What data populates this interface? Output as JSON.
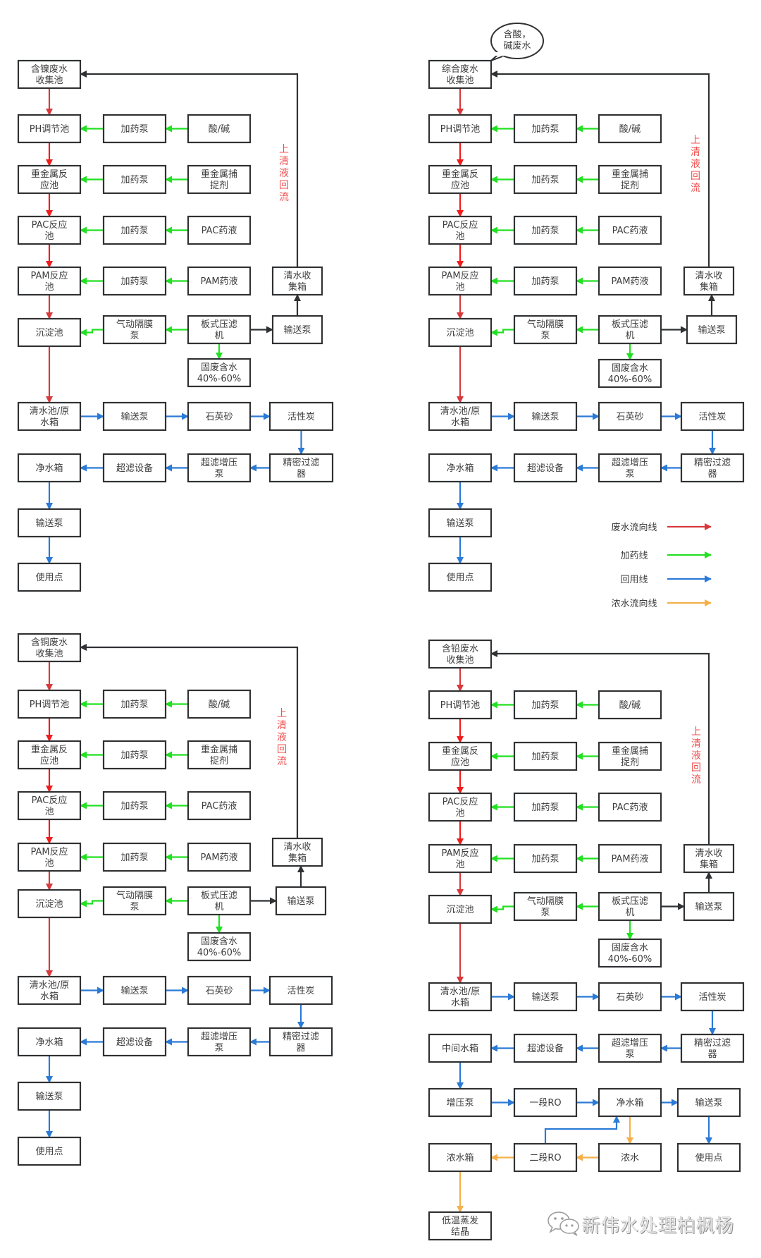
{
  "colors": {
    "waste_flow": "#d8393b",
    "waste_flow_bright": "#f01c1c",
    "dosing": "#22e022",
    "reuse": "#2a7ad6",
    "concentrate": "#f6b04a",
    "return": "#2f3133",
    "return_label": "#f04f4f"
  },
  "legend": [
    {
      "label": "废水流向线",
      "color_key": "waste_flow"
    },
    {
      "label": "加药线",
      "color_key": "dosing"
    },
    {
      "label": "回用线",
      "color_key": "reuse"
    },
    {
      "label": "浓水流向线",
      "color_key": "concentrate"
    }
  ],
  "return_label": "上清液回流",
  "watermark": "新伟水处理柏枫杨",
  "panels": [
    {
      "id": "nickel",
      "nodes": {
        "collect": "含镍废水\n收集池",
        "ph": "PH调节池",
        "pump1": "加药泵",
        "acid": "酸/碱",
        "hm": "重金属反\n应池",
        "pump2": "加药泵",
        "hmagent": "重金属捕\n捉剂",
        "pac": "PAC反应\n池",
        "pump3": "加药泵",
        "pacliq": "PAC药液",
        "pam": "PAM反应\n池",
        "pump4": "加药泵",
        "pamliq": "PAM药液",
        "clearbox": "清水收\n集箱",
        "settle": "沉淀池",
        "diaphragm": "气动隔膜\n泵",
        "press": "板式压滤\n机",
        "transfer": "输送泵",
        "solid": "固废含水\n40%-60%",
        "clearpool": "清水池/原\n水箱",
        "tpump": "输送泵",
        "sand": "石英砂",
        "carbon": "活性炭",
        "precise": "精密过滤\n器",
        "ufpump": "超滤增压\n泵",
        "uf": "超滤设备",
        "purebox": "净水箱",
        "outpump": "输送泵",
        "use": "使用点"
      }
    },
    {
      "id": "acid-base",
      "bubble": "含酸，\n碱废水",
      "nodes": {
        "collect": "综合废水\n收集池",
        "ph": "PH调节池",
        "pump1": "加药泵",
        "acid": "酸/碱",
        "hm": "重金属反\n应池",
        "pump2": "加药泵",
        "hmagent": "重金属捕\n捉剂",
        "pac": "PAC反应\n池",
        "pump3": "加药泵",
        "pacliq": "PAC药液",
        "pam": "PAM反应\n池",
        "pump4": "加药泵",
        "pamliq": "PAM药液",
        "clearbox": "清水收\n集箱",
        "settle": "沉淀池",
        "diaphragm": "气动隔膜\n泵",
        "press": "板式压滤\n机",
        "transfer": "输送泵",
        "solid": "固废含水\n40%-60%",
        "clearpool": "清水池/原\n水箱",
        "tpump": "输送泵",
        "sand": "石英砂",
        "carbon": "活性炭",
        "precise": "精密过滤\n器",
        "ufpump": "超滤增压\n泵",
        "uf": "超滤设备",
        "purebox": "净水箱",
        "outpump": "输送泵",
        "use": "使用点"
      }
    },
    {
      "id": "copper",
      "nodes": {
        "collect": "含铜废水\n收集池",
        "ph": "PH调节池",
        "pump1": "加药泵",
        "acid": "酸/碱",
        "hm": "重金属反\n应池",
        "pump2": "加药泵",
        "hmagent": "重金属捕\n捉剂",
        "pac": "PAC反应\n池",
        "pump3": "加药泵",
        "pacliq": "PAC药液",
        "pam": "PAM反应\n池",
        "pump4": "加药泵",
        "pamliq": "PAM药液",
        "clearbox": "清水收\n集箱",
        "settle": "沉淀池",
        "diaphragm": "气动隔膜\n泵",
        "press": "板式压滤\n机",
        "transfer": "输送泵",
        "solid": "固废含水\n40%-60%",
        "clearpool": "清水池/原\n水箱",
        "tpump": "输送泵",
        "sand": "石英砂",
        "carbon": "活性炭",
        "precise": "精密过滤\n器",
        "ufpump": "超滤增压\n泵",
        "uf": "超滤设备",
        "purebox": "净水箱",
        "outpump": "输送泵",
        "use": "使用点"
      }
    },
    {
      "id": "lead",
      "nodes": {
        "collect": "含铅废水\n收集池",
        "ph": "PH调节池",
        "pump1": "加药泵",
        "acid": "酸/碱",
        "hm": "重金属反\n应池",
        "pump2": "加药泵",
        "hmagent": "重金属捕\n捉剂",
        "pac": "PAC反应\n池",
        "pump3": "加药泵",
        "pacliq": "PAC药液",
        "pam": "PAM反应\n池",
        "pump4": "加药泵",
        "pamliq": "PAM药液",
        "clearbox": "清水收\n集箱",
        "settle": "沉淀池",
        "diaphragm": "气动隔膜\n泵",
        "press": "板式压滤\n机",
        "transfer": "输送泵",
        "solid": "固废含水\n40%-60%",
        "clearpool": "清水池/原\n水箱",
        "tpump": "输送泵",
        "sand": "石英砂",
        "carbon": "活性炭",
        "precise": "精密过滤\n器",
        "ufpump": "超滤增压\n泵",
        "uf": "超滤设备",
        "midbox": "中间水箱",
        "boost": "增压泵",
        "ro1": "一段RO",
        "purebox": "净水箱",
        "outpump": "输送泵",
        "concbox": "浓水箱",
        "ro2": "二段RO",
        "conc": "浓水",
        "use": "使用点",
        "evap": "低温蒸发\n结晶"
      }
    }
  ]
}
